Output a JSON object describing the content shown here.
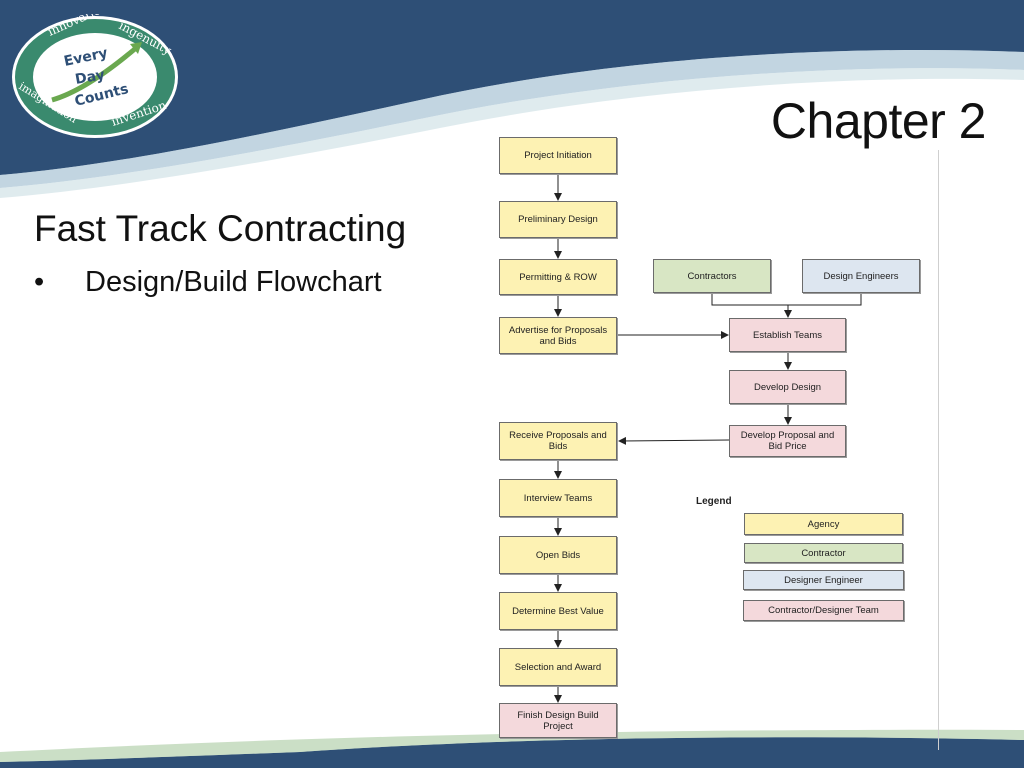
{
  "slide": {
    "title": "Chapter 2",
    "heading": "Fast Track Contracting",
    "bullet_symbol": "•",
    "bullet": "Design/Build Flowchart"
  },
  "logo": {
    "words": [
      "innovation",
      "ingenuity",
      "invention",
      "imagination"
    ],
    "center": [
      "Every",
      "Day",
      "Counts"
    ]
  },
  "colors": {
    "header_blue": "#2e4f76",
    "agency": "#fdf2b3",
    "contractor": "#d8e6c4",
    "designer_engineer": "#dde6f0",
    "contractor_designer_team": "#f4d9dc"
  },
  "flowchart": {
    "nodes": {
      "project_initiation": "Project Initiation",
      "preliminary_design": "Preliminary Design",
      "permitting_row": "Permitting & ROW",
      "advertise": "Advertise for Proposals and Bids",
      "contractors": "Contractors",
      "design_engineers": "Design Engineers",
      "establish_teams": "Establish Teams",
      "develop_design": "Develop Design",
      "develop_proposal": "Develop Proposal and Bid Price",
      "receive_proposals": "Receive Proposals and Bids",
      "interview_teams": "Interview Teams",
      "open_bids": "Open Bids",
      "determine_best_value": "Determine Best Value",
      "selection_award": "Selection and Award",
      "finish_design": "Finish Design Build Project"
    },
    "legend": {
      "title": "Legend",
      "agency": "Agency",
      "contractor": "Contractor",
      "designer_engineer": "Designer Engineer",
      "team": "Contractor/Designer Team"
    }
  }
}
